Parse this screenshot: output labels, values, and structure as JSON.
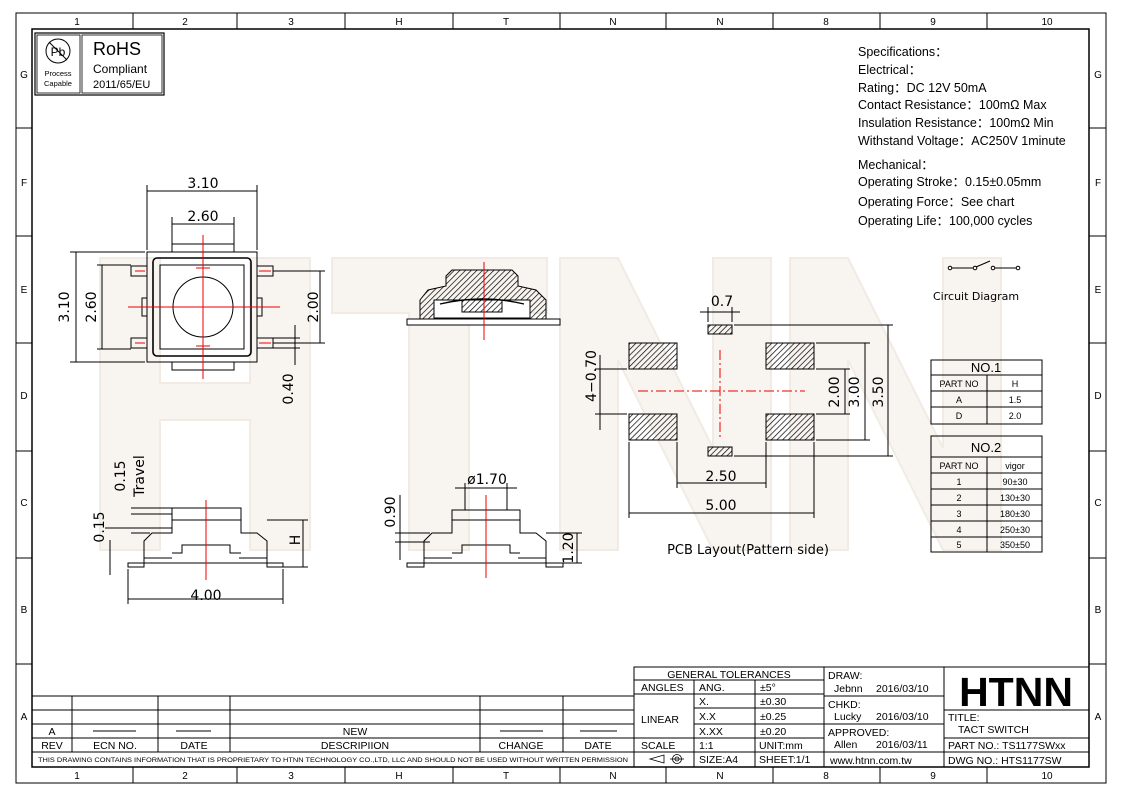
{
  "border": {
    "columns": [
      "1",
      "2",
      "3",
      "H",
      "T",
      "N",
      "N",
      "8",
      "9",
      "10"
    ],
    "rows": [
      "G",
      "F",
      "E",
      "D",
      "C",
      "B",
      "A"
    ]
  },
  "rohs": {
    "process_label": "Process",
    "capable_label": "Capable",
    "pb_symbol": "Pb",
    "title": "RoHS",
    "compliant": "Compliant",
    "directive": "2011/65/EU"
  },
  "specifications": {
    "heading": "Specifications：",
    "electrical_heading": "Electrical：",
    "rating": "Rating：DC 12V 50mA",
    "contact_resistance": "Contact Resistance：100mΩ Max",
    "insulation_resistance": "Insulation Resistance：100mΩ Min",
    "withstand_voltage": "Withstand Voltage：AC250V 1minute",
    "mechanical_heading": "Mechanical：",
    "operating_stroke": "Operating Stroke：0.15±0.05mm",
    "operating_force": "Operating Force：See chart",
    "operating_life": "Operating Life：100,000 cycles"
  },
  "circuit_diagram_label": "Circuit  Diagram",
  "watermark": "HTNN",
  "top_view": {
    "dim_overall_width": "3.10",
    "dim_inner_width": "2.60",
    "dim_overall_height": "3.10",
    "dim_inner_height": "2.60",
    "dim_right_height": "2.00",
    "dim_pad": "0.40"
  },
  "side_view": {
    "travel_value": "0.15",
    "travel_label": "Travel",
    "dim_left": "0.15",
    "dim_h": "H",
    "dim_width": "4.00"
  },
  "front_view": {
    "dim_diameter": "ø1.70",
    "dim_left": "0.90",
    "dim_right": "1.20"
  },
  "pcb_layout": {
    "dim_07": "0.7",
    "dim_pads": "4−0.70",
    "dim_200": "2.00",
    "dim_300": "3.00",
    "dim_350": "3.50",
    "dim_250": "2.50",
    "dim_500": "5.00",
    "caption": "PCB  Layout(Pattern  side)"
  },
  "table_no1": {
    "title": "NO.1",
    "headers": [
      "PART NO",
      "H"
    ],
    "rows": [
      [
        "A",
        "1.5"
      ],
      [
        "D",
        "2.0"
      ]
    ]
  },
  "table_no2": {
    "title": "NO.2",
    "headers": [
      "PART NO",
      "vigor"
    ],
    "rows": [
      [
        "1",
        "90±30"
      ],
      [
        "2",
        "130±30"
      ],
      [
        "3",
        "180±30"
      ],
      [
        "4",
        "250±30"
      ],
      [
        "5",
        "350±50"
      ]
    ]
  },
  "title_block": {
    "general_tolerances": "GENERAL TOLERANCES",
    "angles": "ANGLES",
    "ang": "ANG.",
    "ang_val": "±5°",
    "linear": "LINEAR",
    "x1": "X.",
    "x1_val": "±0.30",
    "x2": "X.X",
    "x2_val": "±0.25",
    "x3": "X.XX",
    "x3_val": "±0.20",
    "scale_label": "SCALE",
    "scale_val": "1:1",
    "unit": "UNIT:mm",
    "size": "SIZE:A4",
    "sheet": "SHEET:1/1",
    "draw_label": "DRAW:",
    "draw_name": "Jebnn",
    "draw_date": "2016/03/10",
    "chkd_label": "CHKD:",
    "chkd_name": "Lucky",
    "chkd_date": "2016/03/10",
    "approved_label": "APPROVED:",
    "approved_name": "Allen",
    "approved_date": "2016/03/11",
    "website": "www.htnn.com.tw",
    "company": "HTNN",
    "title_label": "TITLE:",
    "title_value": "TACT SWITCH",
    "part_no": "PART NO.: TS1177SWxx",
    "dwg_no": "DWG  NO.: HTS1177SW"
  },
  "revision_block": {
    "rev_entry": "A",
    "new_entry": "NEW",
    "headers": [
      "REV",
      "ECN NO.",
      "DATE",
      "DESCRIPIION",
      "CHANGE",
      "DATE"
    ],
    "proprietary": "THIS DRAWING CONTAINS INFORMATION THAT IS PROPRIETARY TO HTNN TECHNOLOGY CO.,LTD, LLC AND SHOULD  NOT BE USED WITHOUT WRITTEN PERMISSION"
  }
}
